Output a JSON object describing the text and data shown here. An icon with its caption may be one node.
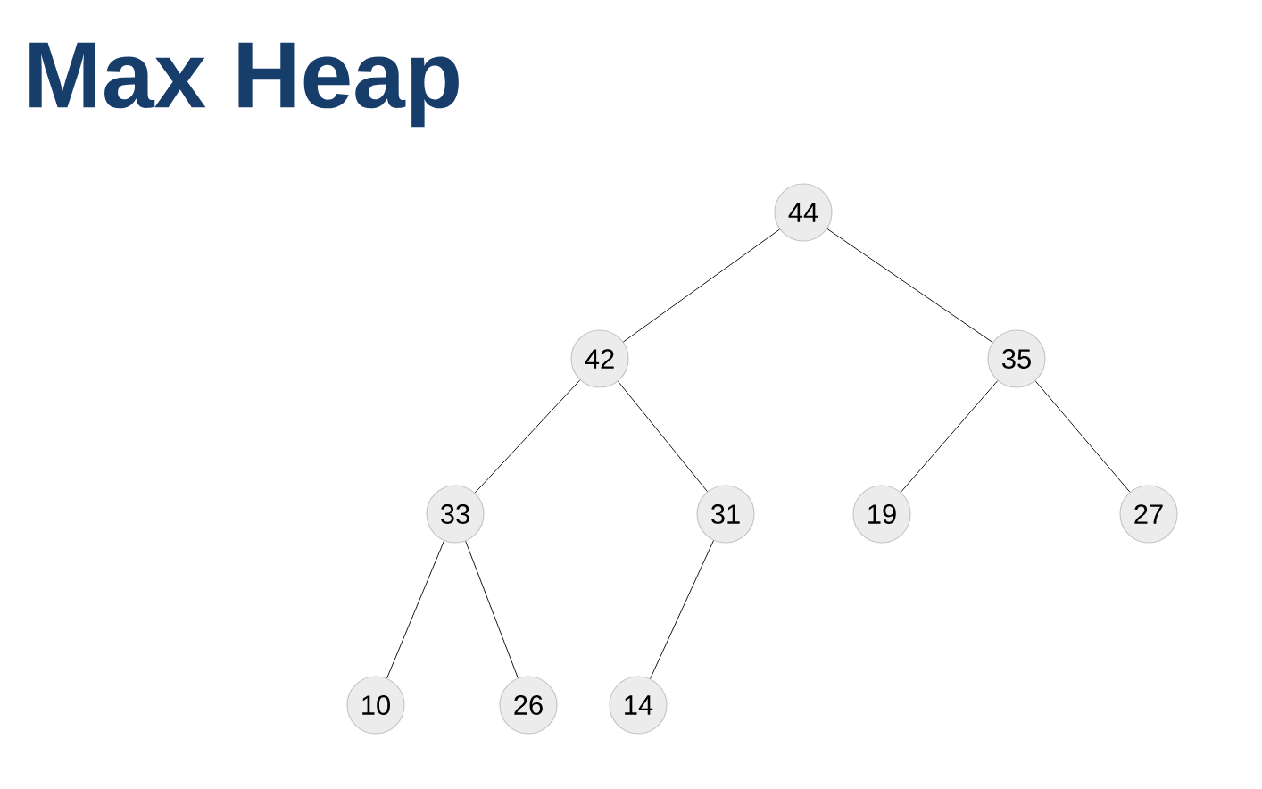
{
  "diagram": {
    "title": "Max Heap",
    "nodes": [
      {
        "text": [
          "44"
        ]
      },
      {
        "text": [
          "42"
        ]
      },
      {
        "text": [
          "35"
        ]
      },
      {
        "text": [
          "33"
        ]
      },
      {
        "text": [
          "31"
        ]
      },
      {
        "text": [
          "19"
        ]
      },
      {
        "text": [
          "27"
        ]
      },
      {
        "text": [
          "10"
        ]
      },
      {
        "text": [
          "26"
        ]
      },
      {
        "text": [
          "14"
        ]
      }
    ],
    "edges": [
      {
        "from": 0,
        "to": 1,
        "arrow": "none"
      },
      {
        "from": 0,
        "to": 2,
        "arrow": "none"
      },
      {
        "from": 1,
        "to": 3,
        "arrow": "none"
      },
      {
        "from": 1,
        "to": 4,
        "arrow": "none"
      },
      {
        "from": 2,
        "to": 5,
        "arrow": "none"
      },
      {
        "from": 2,
        "to": 6,
        "arrow": "none"
      },
      {
        "from": 3,
        "to": 7,
        "arrow": "none"
      },
      {
        "from": 3,
        "to": 8,
        "arrow": "none"
      },
      {
        "from": 4,
        "to": 9,
        "arrow": "none"
      }
    ]
  }
}
